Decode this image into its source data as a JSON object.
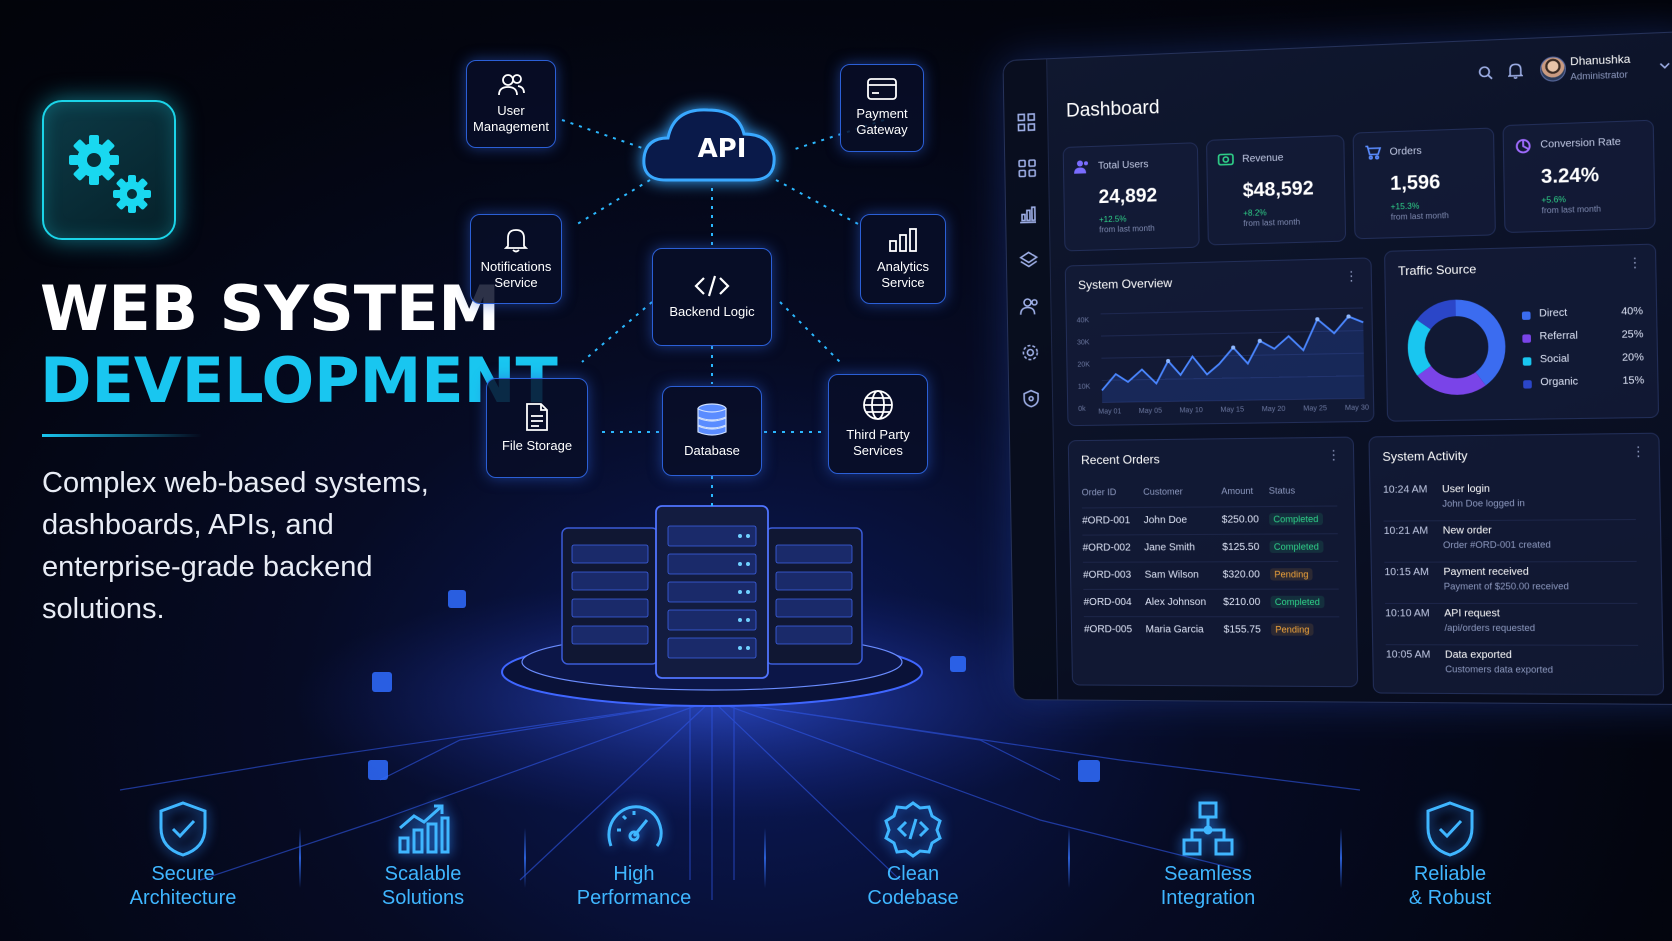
{
  "hero": {
    "title_line1": "WEB SYSTEM",
    "title_line2": "DEVELOPMENT",
    "description": "Complex web-based systems, dashboards, APIs, and enterprise-grade backend solutions."
  },
  "architecture": {
    "api": "API",
    "user_management": "User Management",
    "payment_gateway": "Payment Gateway",
    "notifications_service": "Notifications Service",
    "backend_logic": "Backend Logic",
    "analytics_service": "Analytics Service",
    "file_storage": "File Storage",
    "database": "Database",
    "third_party_services": "Third Party Services"
  },
  "dashboard": {
    "title": "Dashboard",
    "user_name": "Dhanushka",
    "user_role": "Administrator",
    "stats": [
      {
        "label": "Total Users",
        "value": "24,892",
        "delta": "+12.5%",
        "sub": "from last month"
      },
      {
        "label": "Revenue",
        "value": "$48,592",
        "delta": "+8.2%",
        "sub": "from last month"
      },
      {
        "label": "Orders",
        "value": "1,596",
        "delta": "+15.3%",
        "sub": "from last month"
      },
      {
        "label": "Conversion Rate",
        "value": "3.24%",
        "delta": "+5.6%",
        "sub": "from last month"
      }
    ],
    "overview": {
      "title": "System Overview",
      "y_ticks": [
        "40K",
        "30K",
        "20K",
        "10K",
        "0k"
      ],
      "x_ticks": [
        "May 01",
        "May 05",
        "May 10",
        "May 15",
        "May 20",
        "May 25",
        "May 30"
      ]
    },
    "traffic": {
      "title": "Traffic Source",
      "sources": [
        {
          "name": "Direct",
          "value": "40%",
          "color": "#3b6cf0"
        },
        {
          "name": "Referral",
          "value": "25%",
          "color": "#7a44e8"
        },
        {
          "name": "Social",
          "value": "20%",
          "color": "#19c6f0"
        },
        {
          "name": "Organic",
          "value": "15%",
          "color": "#2b46c8"
        }
      ]
    },
    "orders": {
      "title": "Recent Orders",
      "headers": [
        "Order ID",
        "Customer",
        "Amount",
        "Status"
      ],
      "rows": [
        {
          "id": "#ORD-001",
          "customer": "John Doe",
          "amount": "$250.00",
          "status": "Completed"
        },
        {
          "id": "#ORD-002",
          "customer": "Jane Smith",
          "amount": "$125.50",
          "status": "Completed"
        },
        {
          "id": "#ORD-003",
          "customer": "Sam Wilson",
          "amount": "$320.00",
          "status": "Pending"
        },
        {
          "id": "#ORD-004",
          "customer": "Alex Johnson",
          "amount": "$210.00",
          "status": "Completed"
        },
        {
          "id": "#ORD-005",
          "customer": "Maria Garcia",
          "amount": "$155.75",
          "status": "Pending"
        }
      ]
    },
    "activity": {
      "title": "System Activity",
      "items": [
        {
          "time": "10:24 AM",
          "title": "User login",
          "detail": "John Doe logged in"
        },
        {
          "time": "10:21 AM",
          "title": "New order",
          "detail": "Order #ORD-001 created"
        },
        {
          "time": "10:15 AM",
          "title": "Payment received",
          "detail": "Payment of $250.00 received"
        },
        {
          "time": "10:10 AM",
          "title": "API request",
          "detail": "/api/orders requested"
        },
        {
          "time": "10:05 AM",
          "title": "Data exported",
          "detail": "Customers data exported"
        }
      ]
    }
  },
  "features": [
    {
      "line1": "Secure",
      "line2": "Architecture",
      "icon": "shield-check-icon"
    },
    {
      "line1": "Scalable",
      "line2": "Solutions",
      "icon": "growth-chart-icon"
    },
    {
      "line1": "High",
      "line2": "Performance",
      "icon": "speedometer-icon"
    },
    {
      "line1": "Clean",
      "line2": "Codebase",
      "icon": "code-badge-icon"
    },
    {
      "line1": "Seamless",
      "line2": "Integration",
      "icon": "network-icon"
    },
    {
      "line1": "Reliable",
      "line2": "& Robust",
      "icon": "shield-check-icon"
    }
  ],
  "colors": {
    "accent_cyan": "#19c6f0",
    "accent_blue": "#2b5fd6",
    "feature_text": "#3fb6ff",
    "success": "#2fd38a",
    "pending": "#f3a53a"
  }
}
